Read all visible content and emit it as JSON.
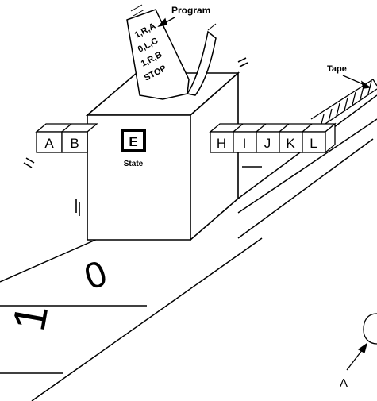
{
  "labels": {
    "program": "Program",
    "tape": "Tape",
    "state": "State",
    "pointer": "A"
  },
  "program_lines": [
    "1,R,A",
    "0,L,C",
    "1,R,B",
    "STOP"
  ],
  "state_symbol": "E",
  "tape_left_cells": [
    "A",
    "B"
  ],
  "tape_right_cells": [
    "H",
    "I",
    "J",
    "K",
    "L"
  ],
  "floor_symbols": [
    "0",
    "1"
  ]
}
